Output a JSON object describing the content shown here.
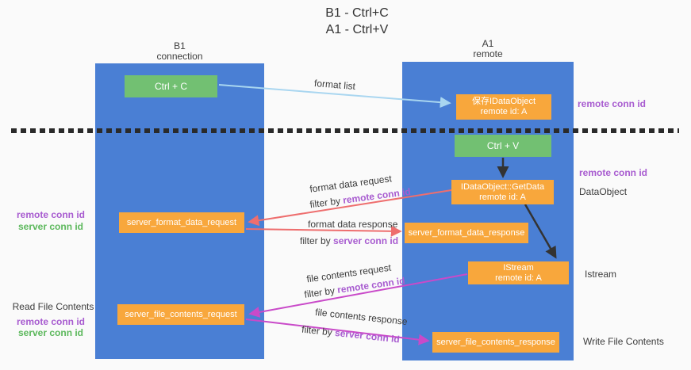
{
  "title": {
    "line1": "B1 - Ctrl+C",
    "line2": "A1 - Ctrl+V"
  },
  "columns": {
    "left": {
      "name": "B1",
      "role": "connection"
    },
    "right": {
      "name": "A1",
      "role": "remote"
    }
  },
  "nodes": {
    "ctrl_c": "Ctrl + C",
    "save_obj_line1": "保存IDataObject",
    "save_obj_line2": "remote id: A",
    "ctrl_v": "Ctrl + V",
    "getdata_line1": "IDataObject::GetData",
    "getdata_line2": "remote id: A",
    "server_format_data_request": "server_format_data_request",
    "server_format_data_response": "server_format_data_response",
    "istream_line1": "IStream",
    "istream_line2": "remote id: A",
    "server_file_contents_request": "server_file_contents_request",
    "server_file_contents_response": "server_file_contents_response"
  },
  "edge_labels": {
    "format_list": "format list",
    "format_data_request": "format data request",
    "format_data_response": "format data response",
    "file_contents_request": "file contents request",
    "file_contents_response": "file contents response",
    "filter_by": "filter by",
    "remote_conn_id": "remote conn id",
    "server_conn_id": "server conn id"
  },
  "side_labels": {
    "right": [
      {
        "text": "remote conn id"
      },
      {
        "text": "remote conn id"
      },
      {
        "text": "DataObject"
      },
      {
        "text": "Istream"
      },
      {
        "text": "Write File Contents"
      }
    ],
    "left": {
      "remote_conn_id": "remote conn id",
      "server_conn_id": "server conn id",
      "read_file_contents": "Read File Contents"
    }
  },
  "colors": {
    "bg": "#fafafa",
    "blue": "#4a7fd4",
    "green": "#72c072",
    "orange": "#f8a73c",
    "purple": "#a85cd0",
    "green_text": "#5cb85c",
    "red": "#ee6e6e",
    "magenta": "#c94ac9",
    "light_blue": "#a9d6f0",
    "arrow_black": "#333333",
    "dash": "#2a2a2a",
    "text": "#3c3c3c"
  }
}
